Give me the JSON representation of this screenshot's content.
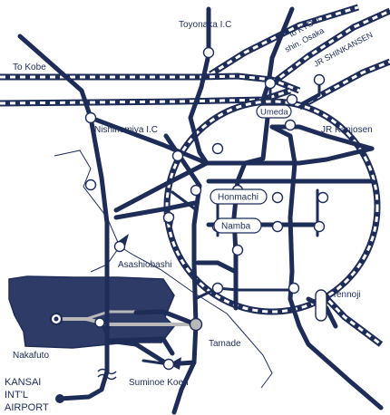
{
  "map": {
    "colors": {
      "primary": "#1e2c58",
      "land": "#2d3b66",
      "route_gray": "#b9b9b9",
      "background": "#ffffff"
    },
    "labels": {
      "toyonaka": "Toyonaka I.C",
      "to_kyoto": "to KYOTO",
      "shin_osaka": "shin. Osaka",
      "jr_shinkansen": "JR SHINKANSEN",
      "to_kobe": "To Kobe",
      "umeda": "Umeda",
      "nishinomiya": "Nishinomiya I.C",
      "jr_kanjosen": "JR Kanjosen",
      "honmachi": "Honmachi",
      "namba": "Namba",
      "asashiobashi": "Asashiobashi",
      "tennoji": "Tennoji",
      "tamade": "Tamade",
      "nakafuto": "Nakafuto",
      "suminoe_koen": "Suminoe Koen",
      "airport_line1": "KANSAI",
      "airport_line2": "INT'L",
      "airport_line3": "AIRPORT"
    }
  }
}
